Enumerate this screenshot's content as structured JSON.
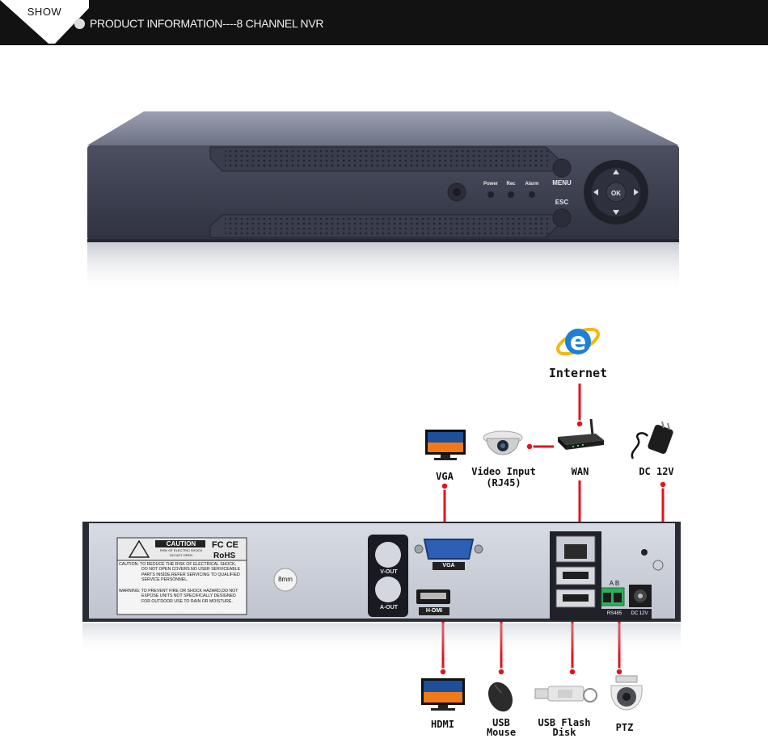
{
  "header": {
    "tab_label": "SHOW",
    "title": "PRODUCT INFORMATION----8 CHANNEL NVR"
  },
  "front_panel": {
    "indicators": [
      "Power",
      "Rec",
      "Alarm"
    ],
    "menu_label": "MENU",
    "esc_label": "ESC",
    "ok_label": "OK"
  },
  "rear_panel": {
    "caution_title": "CAUTION",
    "caution_sub1": "RISK OF ELECTRIC SHOCK",
    "caution_sub2": "DO NOT OPEN",
    "fc_mark": "FC CE",
    "rohs_mark": "RoHS",
    "caution_lines": [
      "CAUTION: TO REDUCE THE RISK OF ELECTRICAL SHOCK,",
      "DO NOT OPEN COVERS.NO USER SERVICEABLE",
      "PARTS INSIDE.REFER SERVICING TO QUALIFIED",
      "SERVICE PERSONNEL."
    ],
    "warning_lines": [
      "WARNING: TO PREVENT FIRE OR SHOCK HAZARD,DO NOT",
      "EXPOSE UNITS NOT SPECIFICALLY DESIGNED",
      "FOR OUTDOOR USE TO RAIN OR MOISTURE."
    ],
    "screw_label": "8mm",
    "vout_label": "V-OUT",
    "aout_label": "A-OUT",
    "vga_port_label": "VGA",
    "hdmi_port_label": "H-DMI",
    "ab_label": "A  B",
    "rs485_label": "RS485",
    "dc_port_label": "DC 12V"
  },
  "connections": {
    "internet": "Internet",
    "wan": "WAN",
    "vga": "VGA",
    "video_input": "Video Input",
    "video_input_sub": "(RJ45)",
    "dc12v": "DC 12V",
    "hdmi": "HDMI",
    "usb_mouse_1": "USB",
    "usb_mouse_2": "Mouse",
    "usb_flash_1": "USB Flash",
    "usb_flash_2": "Disk",
    "ptz": "PTZ"
  },
  "colors": {
    "connector_line": "#e0141e",
    "device_body": "#3d4150",
    "rear_panel": "#cfd3dc",
    "header_bg": "#121212"
  }
}
